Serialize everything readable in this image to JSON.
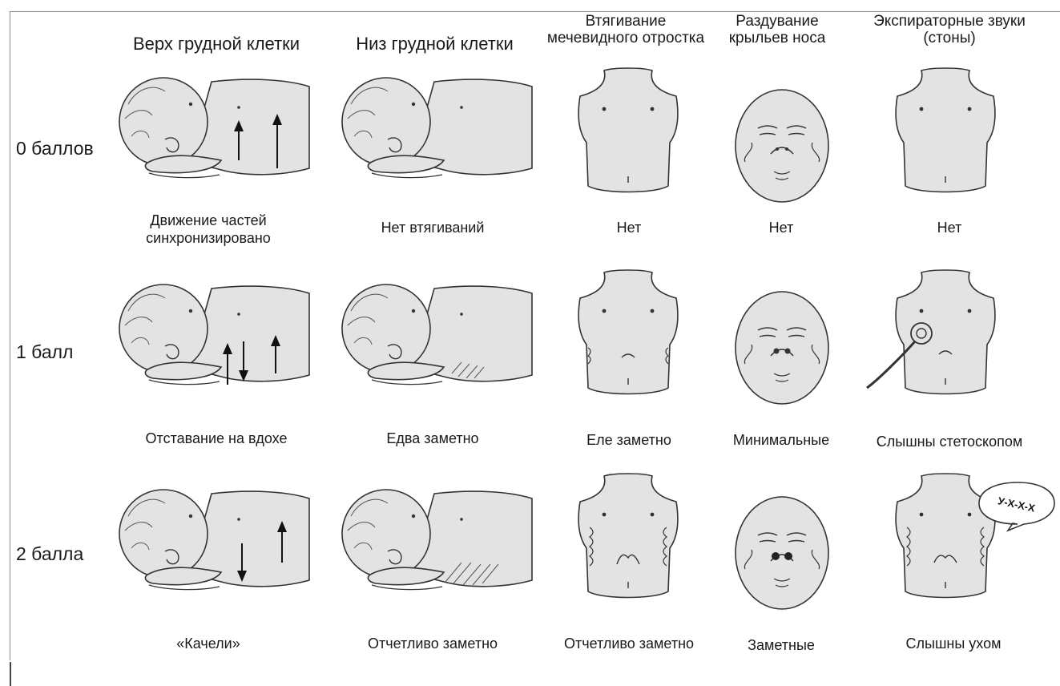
{
  "columns": [
    {
      "header": "Верх грудной клетки"
    },
    {
      "header": "Низ грудной клетки"
    },
    {
      "header": "Втягивание мечевидного отростка"
    },
    {
      "header": "Раздувание крыльев носа"
    },
    {
      "header": "Экспираторные звуки (стоны)"
    }
  ],
  "rows": [
    {
      "label": "0 баллов",
      "captions": [
        "Движение частей синхронизировано",
        "Нет втягиваний",
        "Нет",
        "Нет",
        "Нет"
      ]
    },
    {
      "label": "1 балл",
      "captions": [
        "Отставание на вдохе",
        "Едва заметно",
        "Еле заметно",
        "Минимальные",
        "Слышны стетоскопом"
      ]
    },
    {
      "label": "2 балла",
      "captions": [
        "«Качели»",
        "Отчетливо заметно",
        "Отчетливо заметно",
        "Заметные",
        "Слышны ухом"
      ]
    }
  ],
  "speech_bubble": "У-Х-Х-Х",
  "colors": {
    "skin": "#e3e3e3",
    "line": "#333333",
    "frame": "#888888"
  }
}
